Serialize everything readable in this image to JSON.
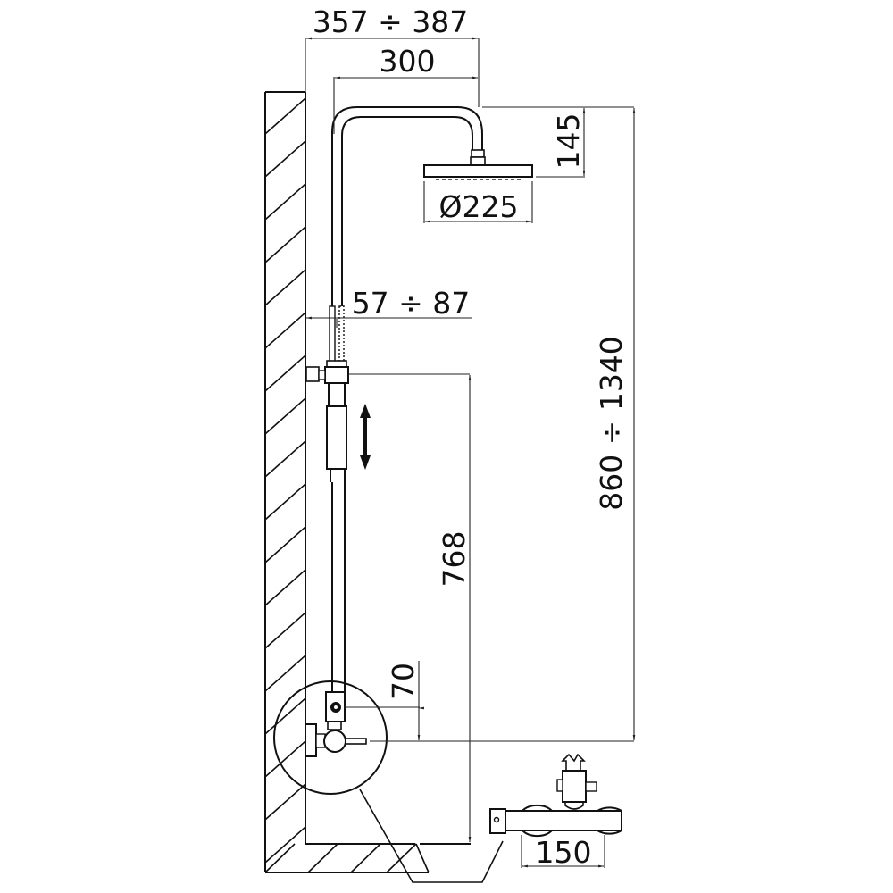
{
  "drawing": {
    "type": "technical-dimension-drawing",
    "subject": "thermostatic shower column with overhead shower head, sliding hand shower and wall mixer",
    "units": "mm",
    "line_color": "#111111",
    "background": "#ffffff"
  },
  "dimensions": {
    "arm_projection": {
      "label": "357 ÷ 387",
      "description": "wall to shower head centre"
    },
    "arm_length": {
      "label": "300",
      "description": "riser to shower head centre"
    },
    "head_drop": {
      "label": "145",
      "description": "top of arm to shower head face"
    },
    "head_diameter": {
      "label": "Ø225",
      "description": "shower head diameter"
    },
    "riser_offset": {
      "label": "57 ÷ 87",
      "description": "wall to riser centre"
    },
    "total_height": {
      "label": "860 ÷ 1340",
      "description": "mixer outlet to top of arm"
    },
    "slider_height": {
      "label": "768",
      "description": "mixer outlet to slider bracket"
    },
    "outlet_offset": {
      "label": "70",
      "description": "mixer outlet to diverter centre"
    },
    "mixer_centres": {
      "label": "150",
      "description": "mixer inlet centres"
    }
  },
  "annotations": {
    "slide_arrow": "double-headed vertical arrow indicating adjustable hand shower slider"
  },
  "components": [
    "wall section (hatched)",
    "floor section (hatched)",
    "riser pipe",
    "overhead arm",
    "shower head",
    "hand shower",
    "slider bracket",
    "wall bracket",
    "thermostatic mixer (side view, detail circle)",
    "thermostatic mixer (front view)"
  ]
}
